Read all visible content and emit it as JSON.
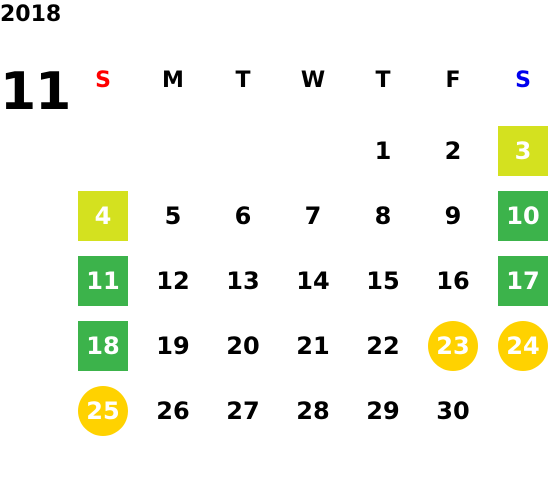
{
  "calendar": {
    "year": "2018",
    "month": "11",
    "weekdays": [
      "S",
      "M",
      "T",
      "W",
      "T",
      "F",
      "S"
    ],
    "colors": {
      "sunday_header": "#ff0000",
      "saturday_header": "#0000ee",
      "green": "#3cb34b",
      "yellow_green": "#d4e11f",
      "gold": "#ffd200"
    },
    "weeks": [
      [
        "",
        "",
        "",
        "",
        "1",
        "2",
        "3"
      ],
      [
        "4",
        "5",
        "6",
        "7",
        "8",
        "9",
        "10"
      ],
      [
        "11",
        "12",
        "13",
        "14",
        "15",
        "16",
        "17"
      ],
      [
        "18",
        "19",
        "20",
        "21",
        "22",
        "23",
        "24"
      ],
      [
        "25",
        "26",
        "27",
        "28",
        "29",
        "30",
        ""
      ]
    ],
    "highlights": {
      "3": "yellow_green",
      "4": "yellow_green",
      "10": "green",
      "11": "green",
      "17": "green",
      "18": "green",
      "23": "gold",
      "24": "gold",
      "25": "gold"
    }
  }
}
